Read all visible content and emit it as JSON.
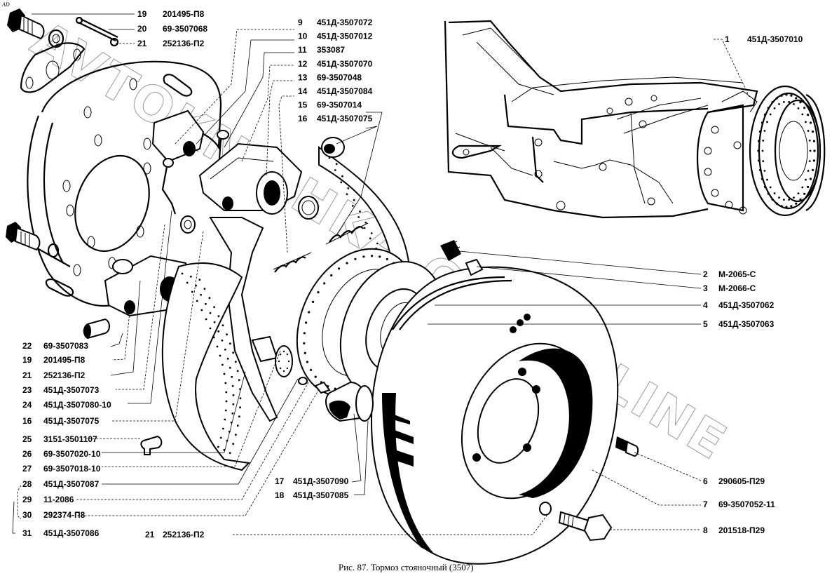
{
  "corner_mark": "AD",
  "caption": "Рис. 87. Тормоз стояночный (3507)",
  "watermark": "AVTOKNIZHKA.CAT.ONLINE",
  "callouts": {
    "top_left": [
      {
        "num": "19",
        "code": "201495-П8"
      },
      {
        "num": "20",
        "code": "69-3507068"
      },
      {
        "num": "21",
        "code": "252136-П2"
      }
    ],
    "top_center": [
      {
        "num": "9",
        "code": "451Д-3507072"
      },
      {
        "num": "10",
        "code": "451Д-3507012"
      },
      {
        "num": "11",
        "code": "353087"
      },
      {
        "num": "12",
        "code": "451Д-3507070"
      },
      {
        "num": "13",
        "code": "69-3507048"
      },
      {
        "num": "14",
        "code": "451Д-3507084"
      },
      {
        "num": "15",
        "code": "69-3507014"
      },
      {
        "num": "16",
        "code": "451Д-3507075"
      }
    ],
    "top_right": [
      {
        "num": "1",
        "code": "451Д-3507010"
      }
    ],
    "right": [
      {
        "num": "2",
        "code": "М-2065-С"
      },
      {
        "num": "3",
        "code": "М-2066-С"
      },
      {
        "num": "4",
        "code": "451Д-3507062"
      },
      {
        "num": "5",
        "code": "451Д-3507063"
      },
      {
        "num": "6",
        "code": "290605-П29"
      },
      {
        "num": "7",
        "code": "69-3507052-11"
      },
      {
        "num": "8",
        "code": "201518-П29"
      }
    ],
    "left": [
      {
        "num": "22",
        "code": "69-3507083"
      },
      {
        "num": "19",
        "code": "201495-П8"
      },
      {
        "num": "21",
        "code": "252136-П2"
      },
      {
        "num": "23",
        "code": "451Д-3507073"
      },
      {
        "num": "24",
        "code": "451Д-3507080-10"
      },
      {
        "num": "16",
        "code": "451Д-3507075"
      },
      {
        "num": "25",
        "code": "3151-3501107"
      },
      {
        "num": "26",
        "code": "69-3507020-10"
      },
      {
        "num": "27",
        "code": "69-3507018-10"
      },
      {
        "num": "28",
        "code": "451Д-3507087"
      },
      {
        "num": "29",
        "code": "11-2086"
      },
      {
        "num": "30",
        "code": "292374-П8"
      },
      {
        "num": "31",
        "code": "451Д-3507086"
      }
    ],
    "bottom_center": [
      {
        "num": "17",
        "code": "451Д-3507090"
      },
      {
        "num": "18",
        "code": "451Д-3507085"
      }
    ],
    "bottom_left": [
      {
        "num": "21",
        "code": "252136-П2"
      }
    ]
  }
}
